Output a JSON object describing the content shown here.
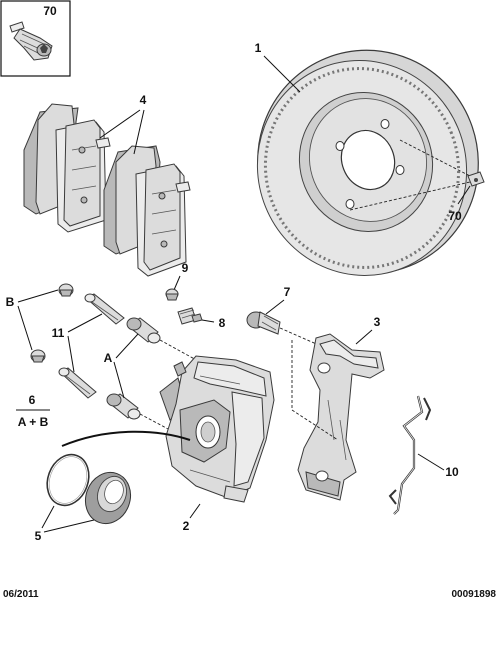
{
  "callouts": {
    "inset_ref": "70",
    "disc": "1",
    "pads": "4",
    "disc_screw": "70",
    "cap": "9",
    "bleed_screw": "8",
    "bolt": "7",
    "bracket": "3",
    "group_b": "B",
    "pins": "11",
    "group_a": "A",
    "kit_number": "6",
    "kit_formula": "A + B",
    "spring": "10",
    "caliper": "2",
    "seals": "5"
  },
  "footer": {
    "date": "06/2011",
    "reference": "00091898"
  }
}
